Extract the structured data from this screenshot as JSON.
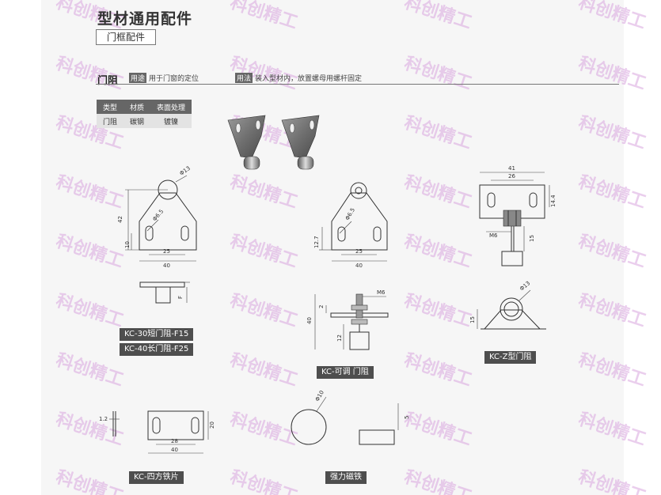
{
  "header": {
    "title": "型材通用配件",
    "subtitle": "门框配件"
  },
  "section": {
    "title": "门阻",
    "tags": [
      {
        "label": "用途",
        "text": "用于门窗的定位"
      },
      {
        "label": "用法",
        "text": "装入型材内，放置螺母用螺杆固定"
      }
    ]
  },
  "spec_table": {
    "headers": [
      "类型",
      "材质",
      "表面处理"
    ],
    "rows": [
      [
        "门阻",
        "碳钢",
        "镀镍"
      ]
    ]
  },
  "watermark": "科创精工",
  "captions": {
    "short_stop": "KC-30短门阻-F15",
    "long_stop": "KC-40长门阻-F25",
    "adjustable": "KC-可调 门阻",
    "z_type": "KC-Z型门阻",
    "square_iron": "KC-四方铁片",
    "magnet": "强力磁铁"
  },
  "dims": {
    "d13a": "Φ13",
    "d65a": "Φ6.5",
    "h42": "42",
    "h10": "10",
    "w25a": "25",
    "w40a": "40",
    "d65b": "Φ6.5",
    "h127": "12.7",
    "w25b": "25",
    "w40b": "40",
    "w41": "41",
    "w26": "26",
    "h144": "14.4",
    "m6a": "M6",
    "h15a": "15",
    "f": "F",
    "m6b": "M6",
    "h2": "2",
    "h40": "40",
    "h12": "12",
    "d13b": "Φ13",
    "h15b": "15",
    "t12": "1.2",
    "w28": "28",
    "w40c": "40",
    "h20": "20",
    "d10": "Φ10",
    "h5": "5"
  }
}
